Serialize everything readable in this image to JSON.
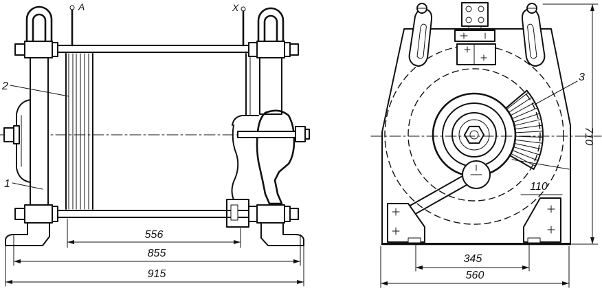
{
  "colors": {
    "ink": "#111111",
    "paper": "#ffffff"
  },
  "side_view": {
    "terminals": [
      "A",
      "X"
    ],
    "callouts": [
      "1",
      "2"
    ],
    "dimensions": [
      "556",
      "855",
      "915"
    ]
  },
  "front_view": {
    "callouts": [
      "3"
    ],
    "dimensions": [
      "710",
      "110",
      "345",
      "560"
    ]
  }
}
